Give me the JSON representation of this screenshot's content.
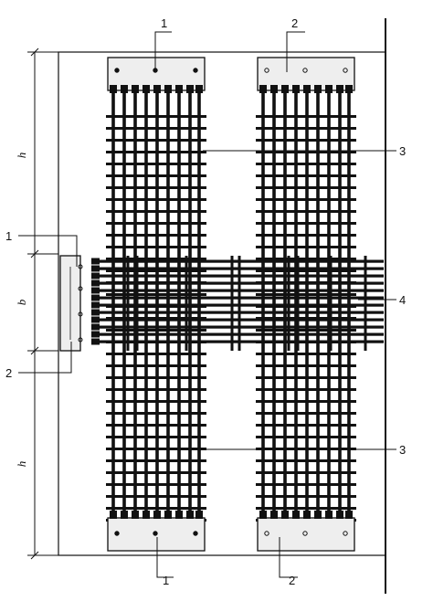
{
  "labels": {
    "top_left": "1",
    "top_right": "2",
    "right_upper": "3",
    "right_lower": "3",
    "right_mid": "4",
    "left_upper": "1",
    "left_lower": "2",
    "bottom_left": "1",
    "bottom_right": "2"
  },
  "dimensions": {
    "upper": "h",
    "middle": "b",
    "lower": "h"
  },
  "colors": {
    "ink": "#111111",
    "plate": "#eeeeee",
    "background": "#ffffff"
  }
}
